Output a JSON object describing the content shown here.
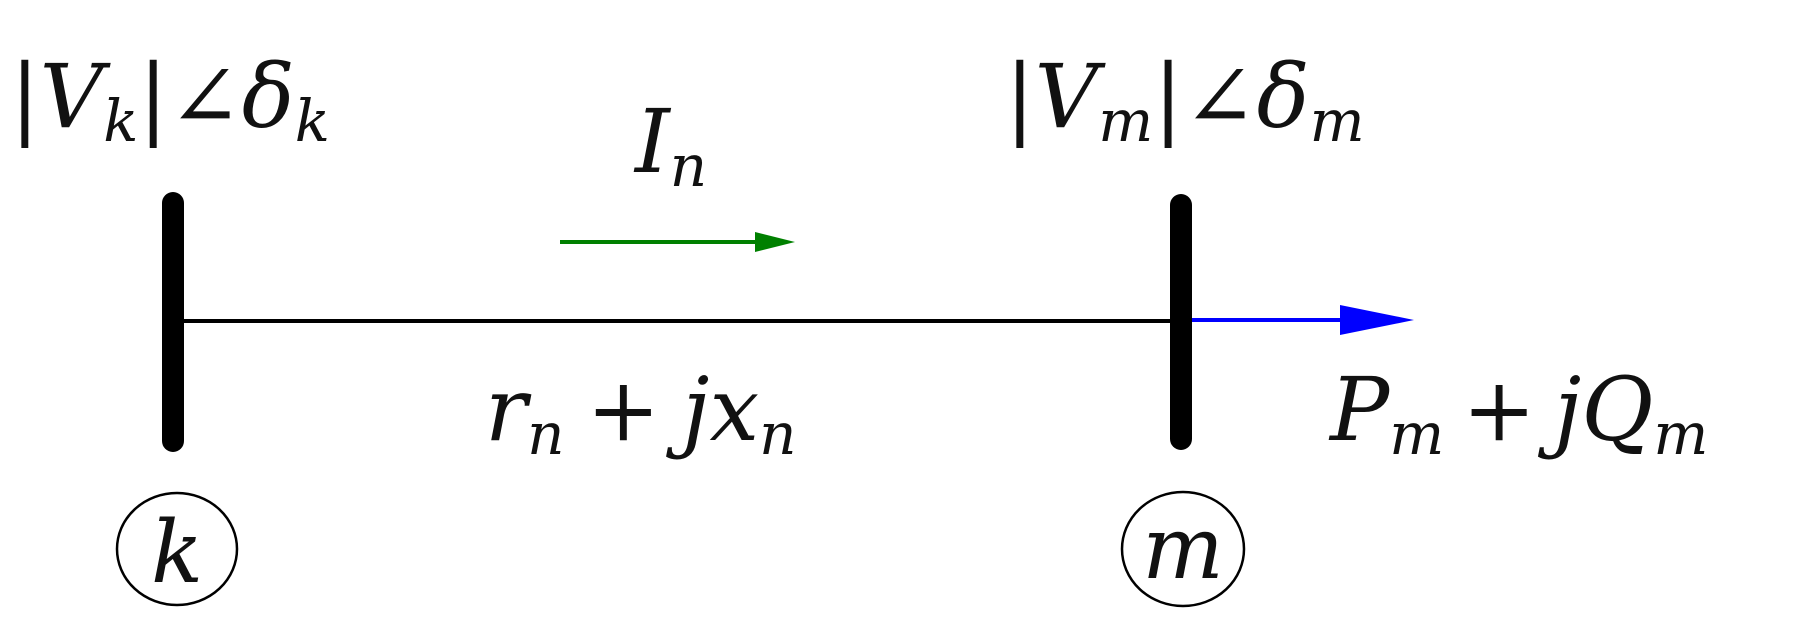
{
  "colors": {
    "line": "#000000",
    "current_arrow": "#008000",
    "power_arrow": "#0000ff"
  },
  "bus_k": {
    "voltage": {
      "bar": "|",
      "V": "V",
      "sub": "k",
      "angle": "∠",
      "delta": "δ",
      "delta_sub": "k"
    },
    "node_label": "k"
  },
  "bus_m": {
    "voltage": {
      "bar": "|",
      "V": "V",
      "sub": "m",
      "angle": "∠",
      "delta": "δ",
      "delta_sub": "m"
    },
    "node_label": "m"
  },
  "current": {
    "symbol": "I",
    "sub": "n"
  },
  "impedance": {
    "r": "r",
    "r_sub": "n",
    "plus": "+",
    "jx": "jx",
    "x_sub": "n"
  },
  "load": {
    "P": "P",
    "P_sub": "m",
    "plus": "+",
    "jQ": "jQ",
    "Q_sub": "m"
  }
}
